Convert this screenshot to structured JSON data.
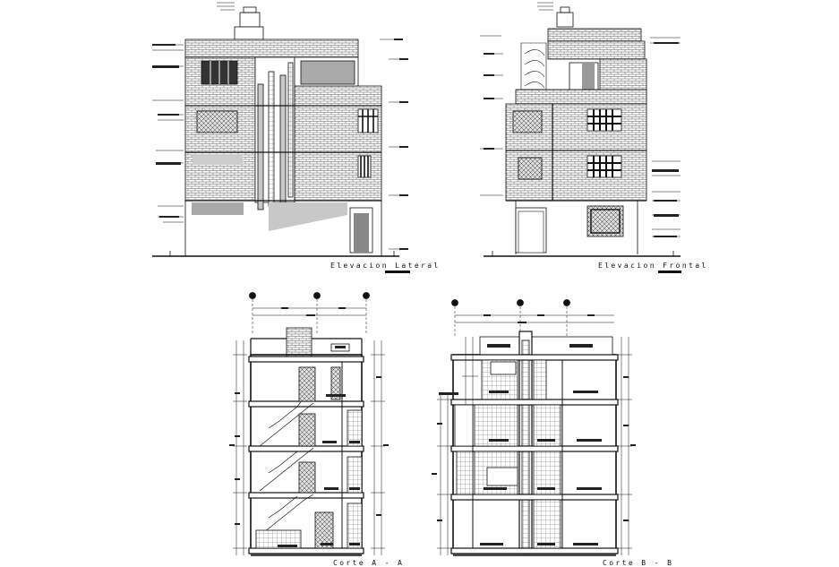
{
  "views": {
    "elevation_lateral": {
      "title": "Elevacion Lateral"
    },
    "elevation_frontal": {
      "title": "Elevacion Frontal"
    },
    "section_a": {
      "title": "Corte A - A"
    },
    "section_b": {
      "title": "Corte B - B"
    }
  },
  "colors": {
    "ink": "#111111",
    "fill_gray": "#b9b9b9",
    "dark_gray": "#7a7a7a"
  }
}
